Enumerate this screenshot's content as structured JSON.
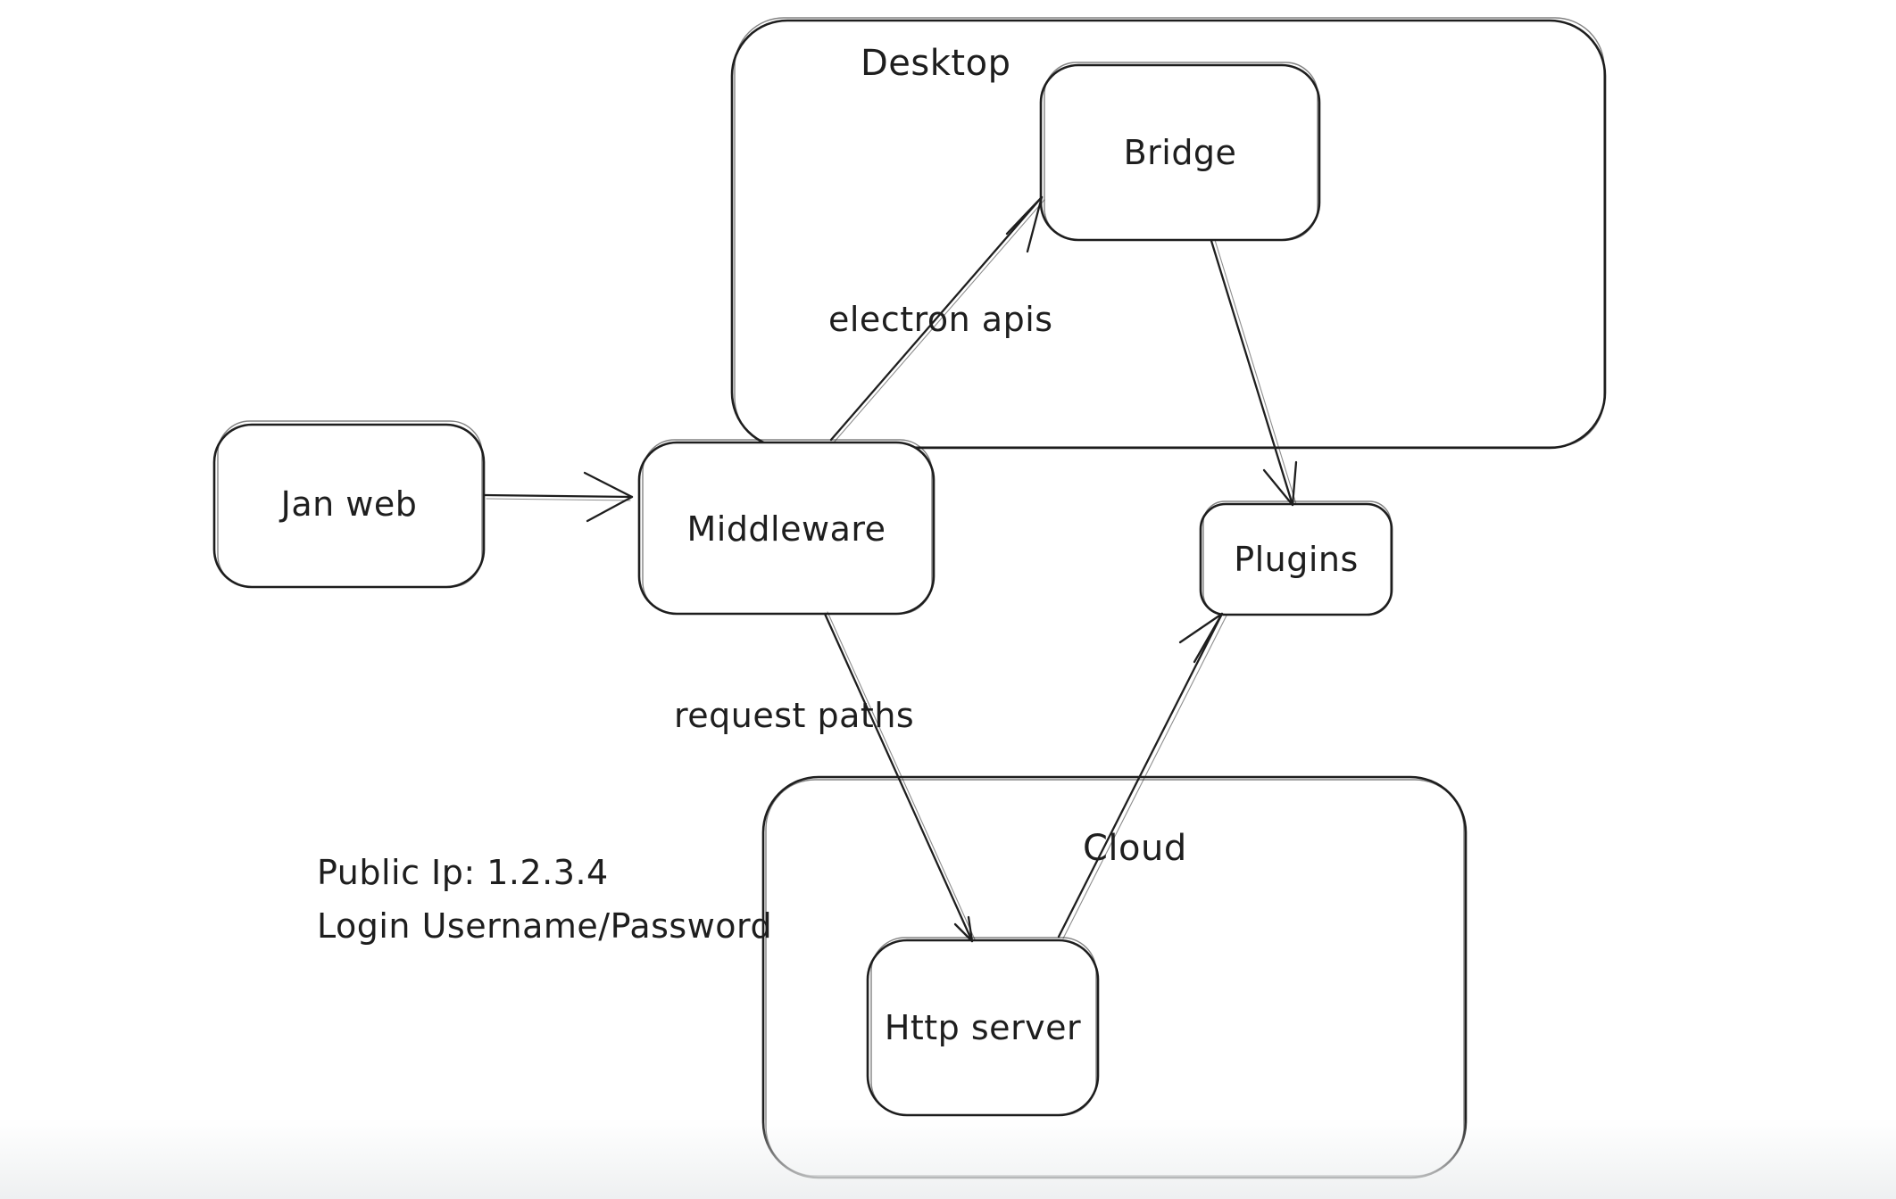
{
  "app": {
    "name": "whiteboard canvas"
  },
  "colors": {
    "background": "#ffffff",
    "stroke": "#1e1e1e",
    "node_fill": "#ffffff",
    "bottom_fade": "#eef0f1"
  },
  "diagram": {
    "containers": [
      {
        "id": "desktop",
        "label": "Desktop"
      },
      {
        "id": "cloud",
        "label": "Cloud"
      }
    ],
    "nodes": [
      {
        "id": "jan-web",
        "label": "Jan web"
      },
      {
        "id": "middleware",
        "label": "Middleware"
      },
      {
        "id": "bridge",
        "label": "Bridge"
      },
      {
        "id": "plugins",
        "label": "Plugins"
      },
      {
        "id": "http-server",
        "label": "Http server"
      }
    ],
    "edges": [
      {
        "from": "Jan web",
        "to": "Middleware",
        "label": ""
      },
      {
        "from": "Middleware",
        "to": "Bridge",
        "label": "electron apis"
      },
      {
        "from": "Bridge",
        "to": "Plugins",
        "label": ""
      },
      {
        "from": "Middleware",
        "to": "Http server",
        "label": "request paths"
      },
      {
        "from": "Http server",
        "to": "Plugins",
        "label": ""
      }
    ],
    "annotations": {
      "public_ip": "Public Ip: 1.2.3.4",
      "login": "Login Username/Password"
    }
  }
}
